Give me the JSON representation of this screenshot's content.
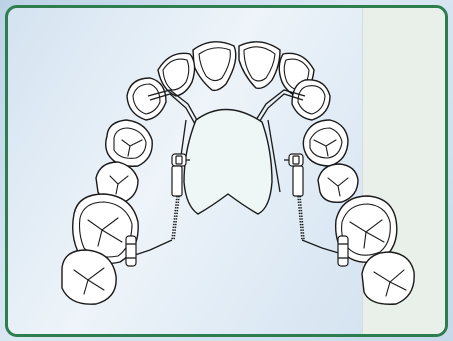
{
  "figure": {
    "frame_color": "#2e7d4f",
    "background_color": "#c9dcec",
    "plate_color": "#eef6f6",
    "icon": "orthodontic-expansion-appliance-illustration",
    "parts": [
      "upper-dental-arch",
      "acrylic-palatal-plate",
      "labial-wires",
      "expansion-screws",
      "coil-springs",
      "molar-bands"
    ]
  }
}
